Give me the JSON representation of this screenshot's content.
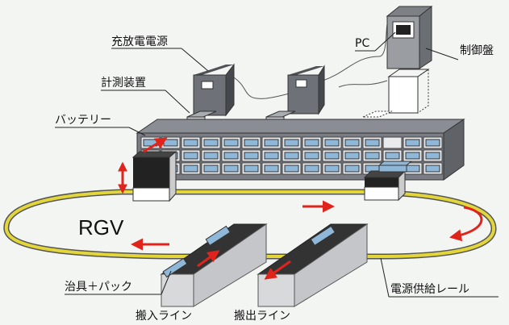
{
  "labels": {
    "charger_power": "充放電電源",
    "measuring_device": "計測装置",
    "battery": "バッテリー",
    "pc": "PC",
    "control_panel": "制御盤",
    "rgv": "RGV",
    "jig_pack": "治具＋パック",
    "loading_line": "搬入ライン",
    "unloading_line": "搬出ライン",
    "power_rail": "電源供給レール"
  },
  "colors": {
    "background": "#f3f5f3",
    "rack": "#7a7d83",
    "cell": "#8fb8d8",
    "rail": "#e3d63a",
    "arrow": "#e0241c",
    "equipment": "#6e7177"
  }
}
